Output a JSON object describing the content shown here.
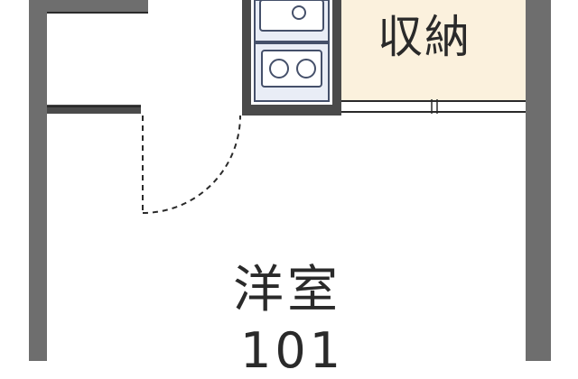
{
  "floorplan": {
    "rooms": {
      "storage": {
        "label": "収納"
      },
      "western_room": {
        "label": "洋室",
        "unit_number": "101"
      }
    },
    "colors": {
      "wall": "#6e6e6e",
      "wall_dark": "#4a4a4a",
      "storage_fill": "#fbf1dd",
      "line": "#2a2a2a",
      "fixture_fill": "#e9edf6",
      "fixture_stroke": "#45506a"
    }
  }
}
